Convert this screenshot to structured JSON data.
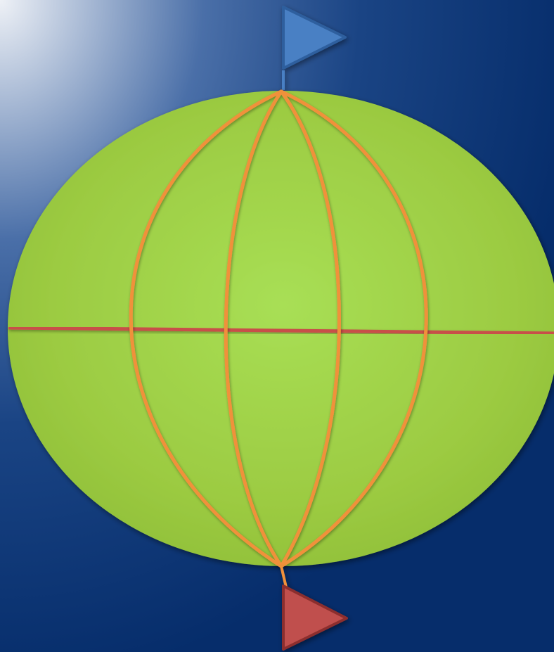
{
  "diagram": {
    "subject": "globe",
    "elements": [
      {
        "id": "north-flag",
        "kind": "flag",
        "color": "#4a80c4",
        "outline": "#2f5f9e"
      },
      {
        "id": "south-flag",
        "kind": "flag",
        "color": "#c0504d",
        "outline": "#8c2f2d"
      },
      {
        "id": "equator",
        "kind": "line",
        "color": "#c8504a"
      },
      {
        "id": "meridians",
        "kind": "curves",
        "count": 4,
        "color": "#f0913a"
      },
      {
        "id": "globe",
        "kind": "ellipse",
        "color": "#9bc93f",
        "highlight": "#a6de54"
      }
    ],
    "background": {
      "top_left": "#eef1f6",
      "mid": "#2a5598",
      "bottom": "#062d6b"
    }
  }
}
